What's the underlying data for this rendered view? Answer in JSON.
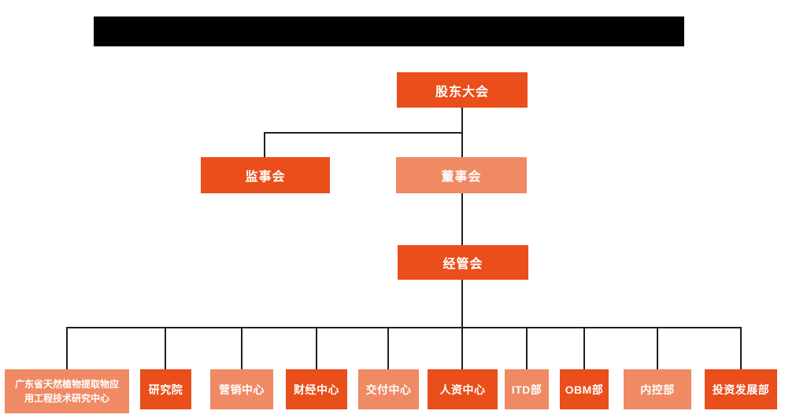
{
  "colors": {
    "dark_orange": "#e94e1b",
    "light_orange": "#ef8a65",
    "connector": "#1f1f1f",
    "redacted": "#000000",
    "background": "#ffffff"
  },
  "header": {
    "redacted_title_bar": true
  },
  "org_chart": {
    "type": "organization-hierarchy",
    "nodes": [
      {
        "id": "shareholders-meeting",
        "label": "股东大会",
        "tone": "dark",
        "parent_id": null
      },
      {
        "id": "supervisory-board",
        "label": "监事会",
        "tone": "dark",
        "parent_id": "shareholders-meeting"
      },
      {
        "id": "board-of-directors",
        "label": "董事会",
        "tone": "light",
        "parent_id": "shareholders-meeting"
      },
      {
        "id": "management-committee",
        "label": "经管会",
        "tone": "dark",
        "parent_id": "board-of-directors"
      },
      {
        "id": "guangdong-plant-extract-research-center",
        "label": "广东省天然植物提取物应用工程技术研究中心",
        "tone": "light",
        "parent_id": "management-committee"
      },
      {
        "id": "research-institute",
        "label": "研究院",
        "tone": "dark",
        "parent_id": "management-committee"
      },
      {
        "id": "marketing-center",
        "label": "营销中心",
        "tone": "light",
        "parent_id": "management-committee"
      },
      {
        "id": "finance-center",
        "label": "财经中心",
        "tone": "dark",
        "parent_id": "management-committee"
      },
      {
        "id": "delivery-center",
        "label": "交付中心",
        "tone": "light",
        "parent_id": "management-committee"
      },
      {
        "id": "hr-center",
        "label": "人资中心",
        "tone": "dark",
        "parent_id": "management-committee"
      },
      {
        "id": "itd-department",
        "label": "ITD部",
        "tone": "light",
        "parent_id": "management-committee"
      },
      {
        "id": "obm-department",
        "label": "OBM部",
        "tone": "dark",
        "parent_id": "management-committee"
      },
      {
        "id": "internal-control-department",
        "label": "内控部",
        "tone": "light",
        "parent_id": "management-committee"
      },
      {
        "id": "investment-development-department",
        "label": "投资发展部",
        "tone": "dark",
        "parent_id": "management-committee"
      }
    ]
  }
}
